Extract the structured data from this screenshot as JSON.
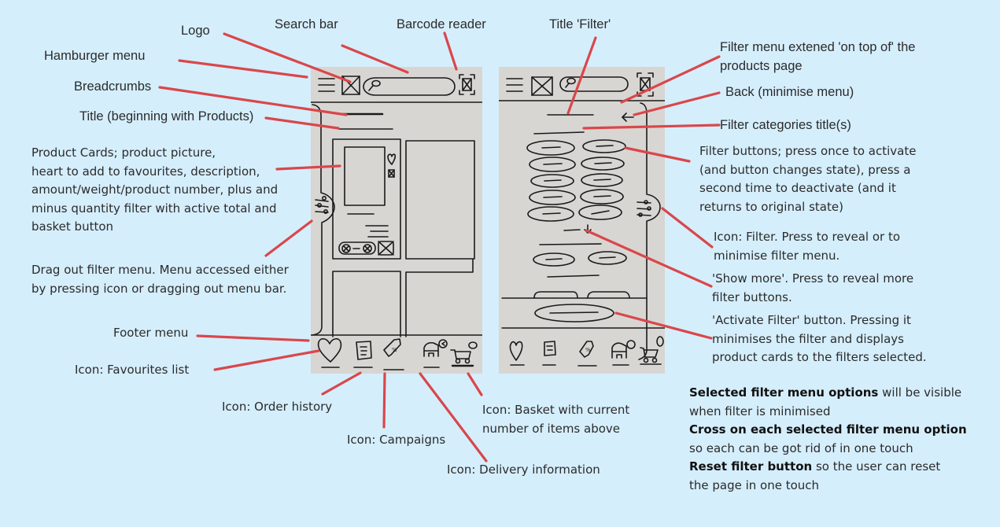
{
  "colors": {
    "background": "#d5eefc",
    "paper": "#d8d6d2",
    "ink": "#1a1a1a",
    "leader": "#d9474b"
  },
  "annotations": {
    "logo": "Logo",
    "search_bar": "Search bar",
    "barcode_reader": "Barcode reader",
    "hamburger_menu": "Hamburger menu",
    "breadcrumbs": "Breadcrumbs",
    "title_products": "Title (beginning with Products)",
    "product_cards": "Product Cards;  product picture,\nheart to add to favourites, description,\namount/weight/product number, plus and\nminus quantity filter with active total and\nbasket button",
    "drag_filter": "Drag out filter menu.  Menu accessed either\nby pressing icon or dragging out menu bar.",
    "footer_menu": "Footer menu",
    "icon_favourites": "Icon:  Favourites list",
    "icon_order_history": "Icon:  Order history",
    "icon_campaigns": "Icon: Campaigns",
    "icon_delivery": "Icon:  Delivery information",
    "icon_basket": "Icon:  Basket with current\nnumber of items above",
    "title_filter": "Title 'Filter'",
    "filter_menu_extended": "Filter menu extened 'on top of' the\nproducts page",
    "back": "Back (minimise menu)",
    "filter_categories": "Filter categories title(s)",
    "filter_buttons": "Filter buttons; press once to activate\n(and button changes state), press a\nsecond time to deactivate (and it\nreturns to original state)",
    "icon_filter": "Icon: Filter.  Press to reveal  or to\nminimise filter menu.",
    "show_more": "'Show more'.  Press to reveal more\nfilter buttons.",
    "activate_filter": "'Activate Filter' button.  Pressing it\nminimises the filter and displays\nproduct cards to the filters selected."
  },
  "notes": [
    {
      "bold": "Selected  filter menu options",
      "text": "  will be visible\nwhen filter is minimised"
    },
    {
      "bold": "Cross on each selected filter menu option",
      "text": "\nso each can be got rid of in one touch"
    },
    {
      "bold": "Reset filter button",
      "text": " so the user can reset\nthe page in one touch"
    }
  ],
  "wireframes": {
    "products_page": {
      "header_icons": [
        "hamburger-icon",
        "logo-placeholder-icon",
        "search-bar",
        "barcode-scanner-icon"
      ],
      "footer_icons": [
        "heart-icon",
        "order-history-icon",
        "campaign-tag-icon",
        "delivery-truck-icon",
        "basket-icon"
      ]
    },
    "filter_page": {
      "header_icons": [
        "hamburger-icon",
        "logo-placeholder-icon",
        "search-bar",
        "barcode-scanner-icon"
      ],
      "filter_button_rows": 5,
      "footer_icons": [
        "heart-icon",
        "order-history-icon",
        "campaign-tag-icon",
        "delivery-truck-icon",
        "basket-icon"
      ]
    }
  }
}
